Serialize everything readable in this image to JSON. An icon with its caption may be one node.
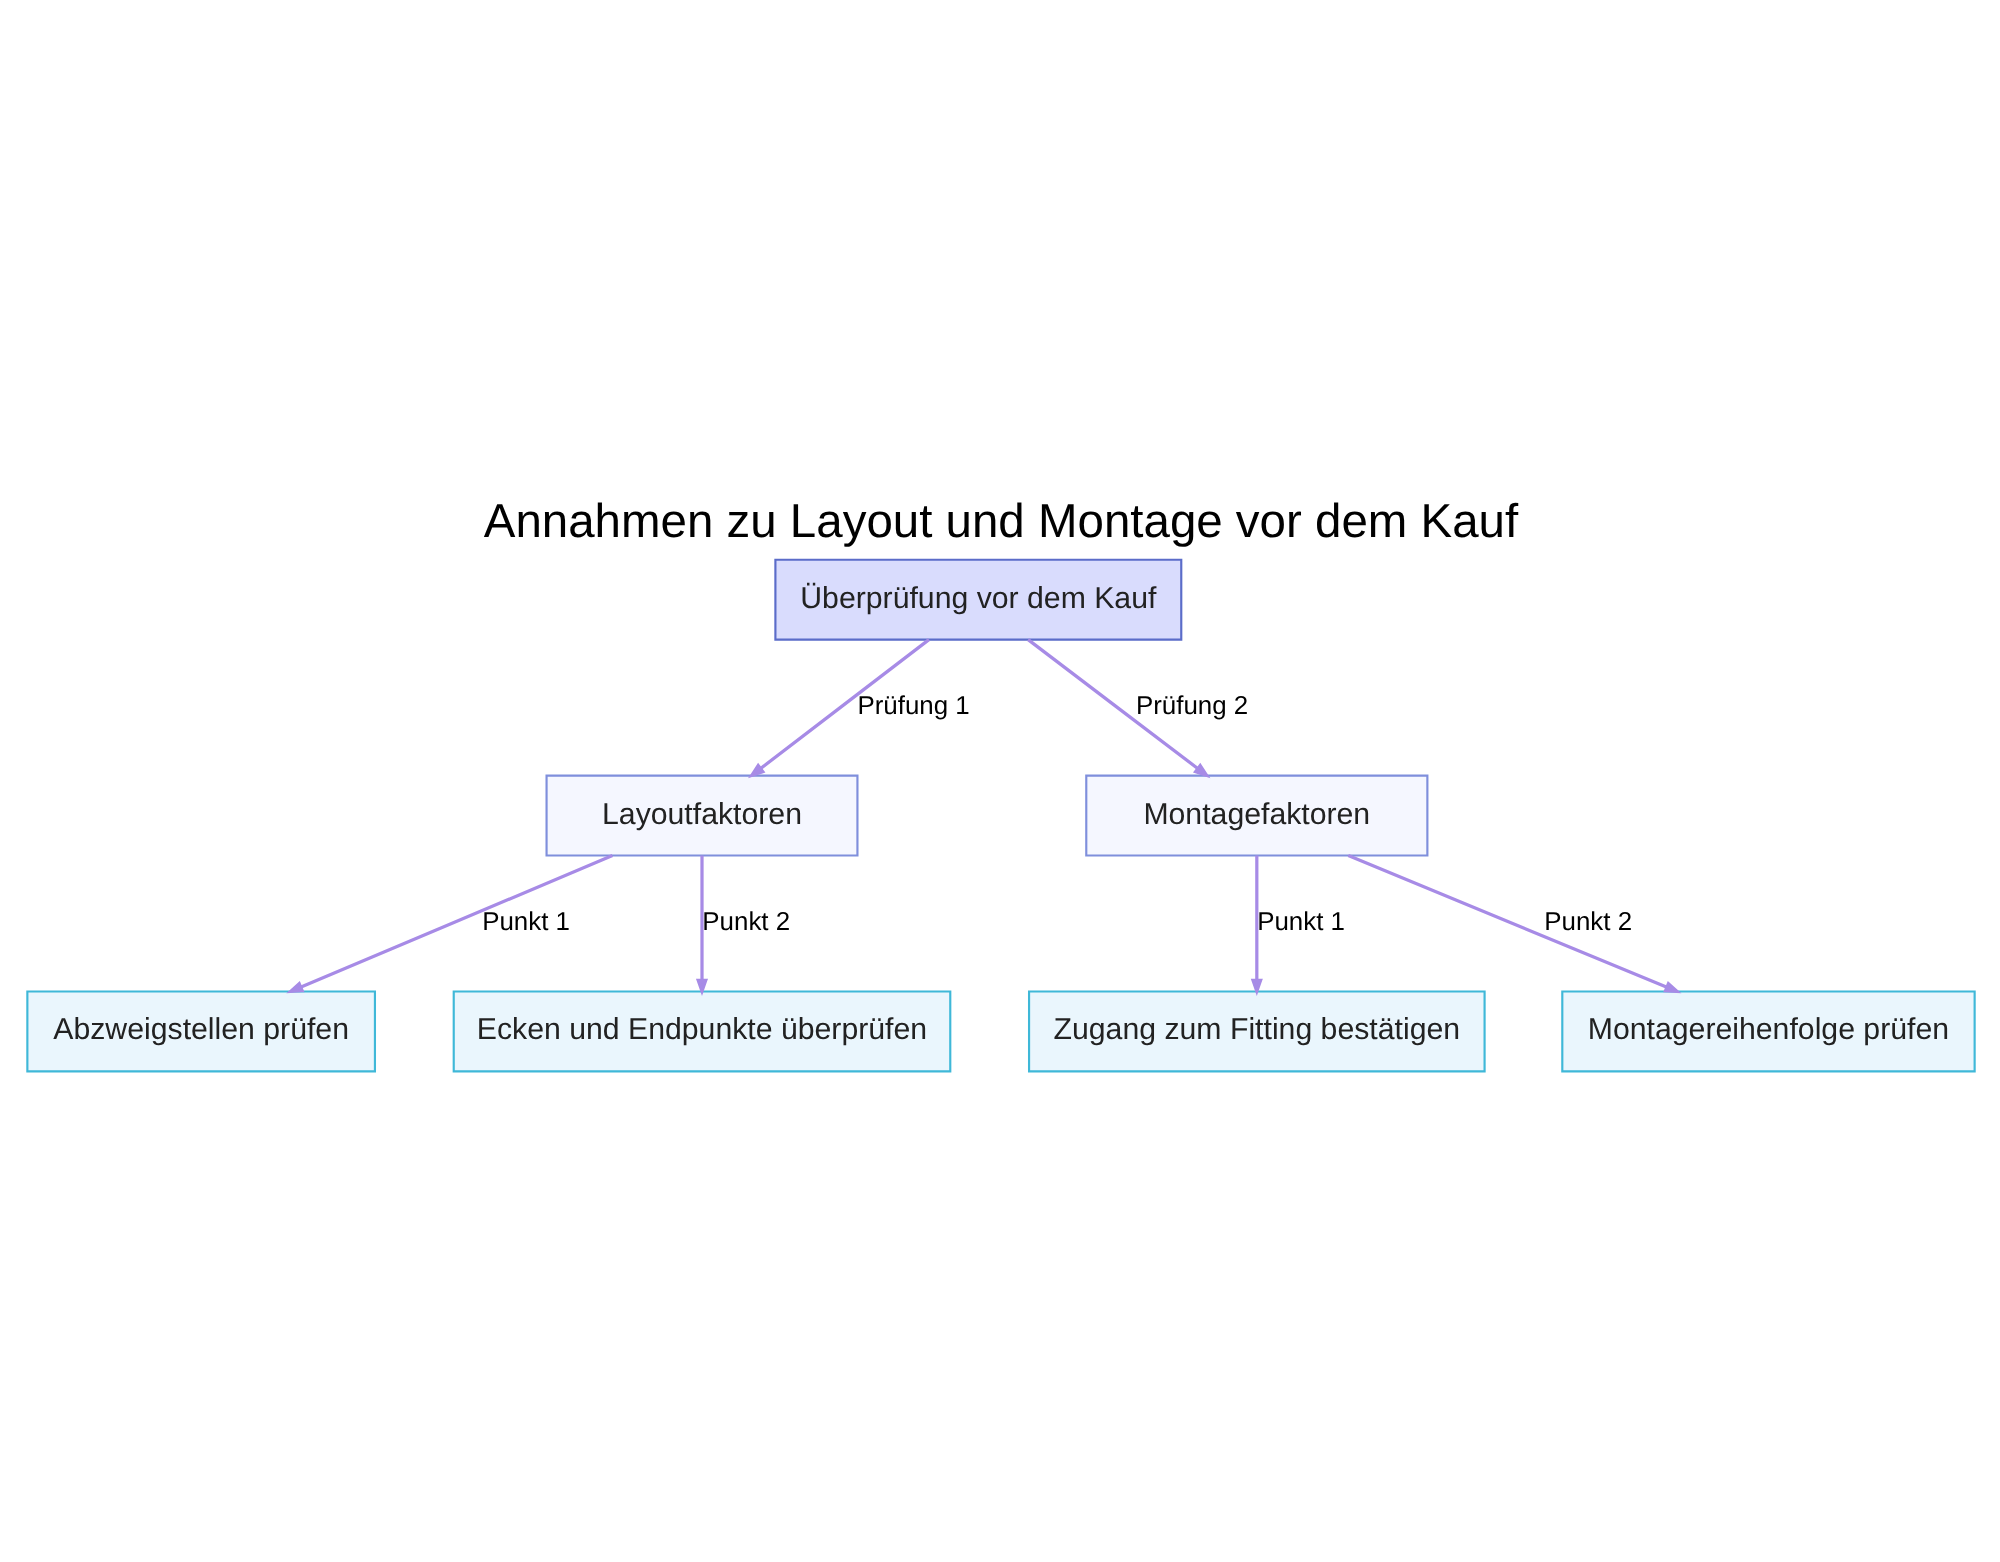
{
  "diagram": {
    "title": "Annahmen zu Layout und Montage vor dem Kauf",
    "nodes": [
      {
        "text": [
          "Überprüfung vor dem Kauf"
        ]
      },
      {
        "text": [
          "Layoutfaktoren"
        ]
      },
      {
        "text": [
          "Montagefaktoren"
        ]
      },
      {
        "text": [
          "Abzweigstellen prüfen"
        ]
      },
      {
        "text": [
          "Ecken und Endpunkte überprüfen"
        ]
      },
      {
        "text": [
          "Zugang zum Fitting bestätigen"
        ]
      },
      {
        "text": [
          "Montagereihenfolge prüfen"
        ]
      }
    ],
    "edges": [
      {
        "from": 0,
        "to": 1,
        "arrow": "to",
        "label": "Prüfung 1"
      },
      {
        "from": 0,
        "to": 2,
        "arrow": "to",
        "label": "Prüfung 2"
      },
      {
        "from": 1,
        "to": 3,
        "arrow": "to",
        "label": "Punkt 1"
      },
      {
        "from": 1,
        "to": 4,
        "arrow": "to",
        "label": "Punkt 2"
      },
      {
        "from": 2,
        "to": 5,
        "arrow": "to",
        "label": "Punkt 1"
      },
      {
        "from": 2,
        "to": 6,
        "arrow": "to",
        "label": "Punkt 2"
      }
    ]
  }
}
